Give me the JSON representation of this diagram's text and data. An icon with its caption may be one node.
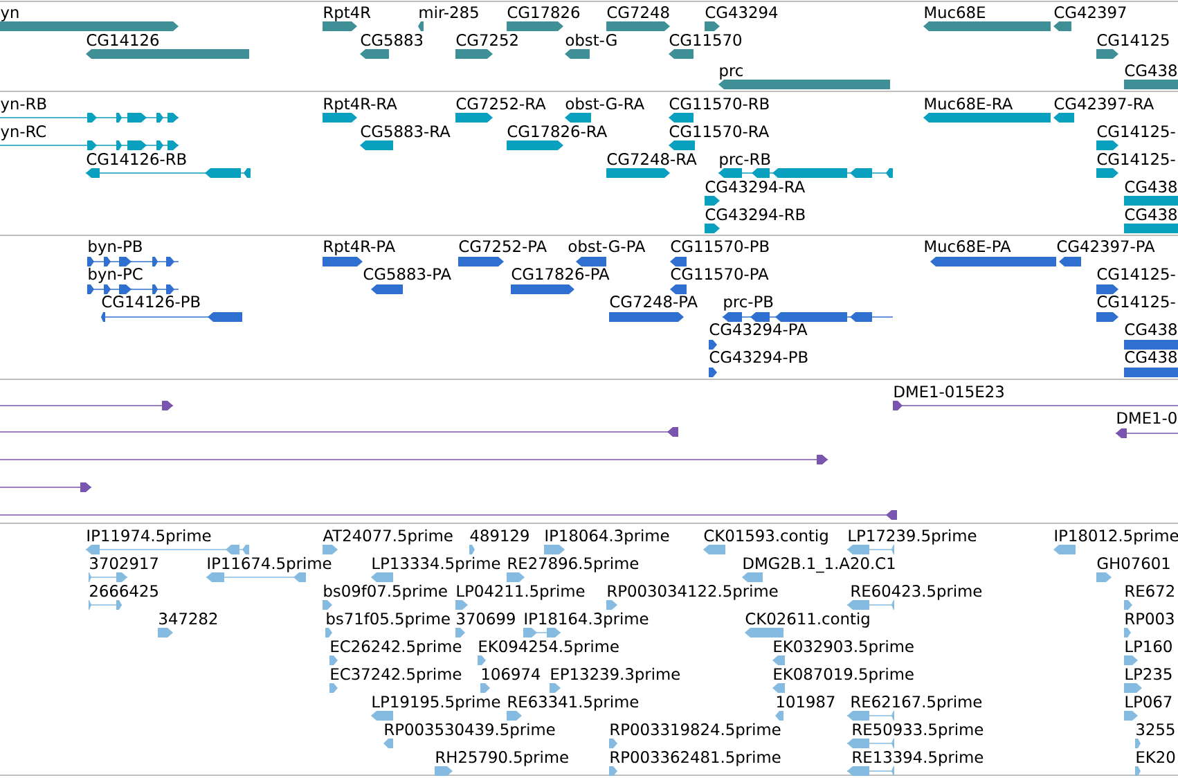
{
  "diagram": {
    "labels": [
      "yn",
      "Rpt4R",
      "mir-285",
      "CG17826",
      "CG7248",
      "CG43294",
      "Muc68E",
      "CG42397",
      "CG14126",
      "CG5883",
      "CG7252",
      "obst-G",
      "CG11570",
      "CG14125",
      "prc",
      "CG438",
      "yn-RB",
      "Rpt4R-RA",
      "CG7252-RA",
      "obst-G-RA",
      "CG11570-RB",
      "Muc68E-RA",
      "CG42397-RA",
      "yn-RC",
      "CG5883-RA",
      "CG17826-RA",
      "CG11570-RA",
      "CG14125-",
      "CG14126-RB",
      "CG7248-RA",
      "prc-RB",
      "CG14125-",
      "CG43294-RA",
      "CG438",
      "CG43294-RB",
      "CG438",
      "byn-PB",
      "Rpt4R-PA",
      "CG7252-PA",
      "obst-G-PA",
      "CG11570-PB",
      "Muc68E-PA",
      "CG42397-PA",
      "byn-PC",
      "CG5883-PA",
      "CG17826-PA",
      "CG11570-PA",
      "CG14125-",
      "CG14126-PB",
      "CG7248-PA",
      "prc-PB",
      "CG14125-",
      "CG43294-PA",
      "CG438",
      "CG43294-PB",
      "CG438",
      "DME1-015E23",
      "DME1-0",
      "IP11974.5prime",
      "AT24077.5prime",
      "489129",
      "IP18064.3prime",
      "CK01593.contig",
      "LP17239.5prime",
      "IP18012.5prime",
      "3702917",
      "IP11674.5prime",
      "LP13334.5prime",
      "RE27896.5prime",
      "DMG2B.1_1.A20.C1",
      "GH07601",
      "2666425",
      "bs09f07.5prime",
      "LP04211.5prime",
      "RP003034122.5prime",
      "RE60423.5prime",
      "RE672",
      "347282",
      "bs71f05.5prime",
      "370699",
      "IP18164.3prime",
      "CK02611.contig",
      "RP003",
      "EC26242.5prime",
      "EK094254.5prime",
      "EK032903.5prime",
      "LP160",
      "EC37242.5prime",
      "106974",
      "EP13239.3prime",
      "EK087019.5prime",
      "LP235",
      "LP19195.5prime",
      "RE63341.5prime",
      "101987",
      "RE62167.5prime",
      "LP067",
      "RP003530439.5prime",
      "RP003319824.5prime",
      "RE50933.5prime",
      "3255",
      "RH25790.5prime",
      "RP003362481.5prime",
      "RE13394.5prime",
      "EK20"
    ]
  }
}
